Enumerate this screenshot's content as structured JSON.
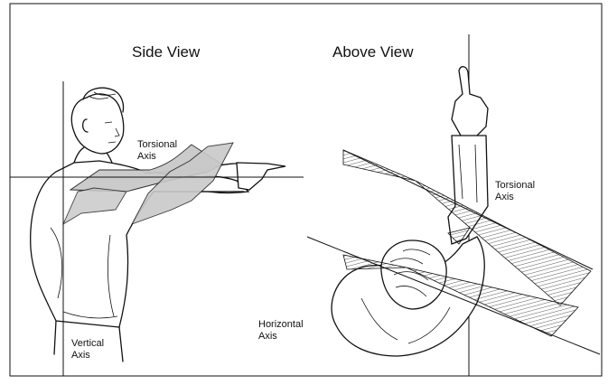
{
  "side_view": {
    "title": "Side View",
    "torsional_axis_label_line1": "Torsional",
    "torsional_axis_label_line2": "Axis",
    "vertical_axis_label_line1": "Vertical",
    "vertical_axis_label_line2": "Axis"
  },
  "above_view": {
    "title": "Above View",
    "torsional_axis_label_line1": "Torsional",
    "torsional_axis_label_line2": "Axis",
    "horizontal_axis_label_line1": "Horizontal",
    "horizontal_axis_label_line2": "Axis"
  }
}
